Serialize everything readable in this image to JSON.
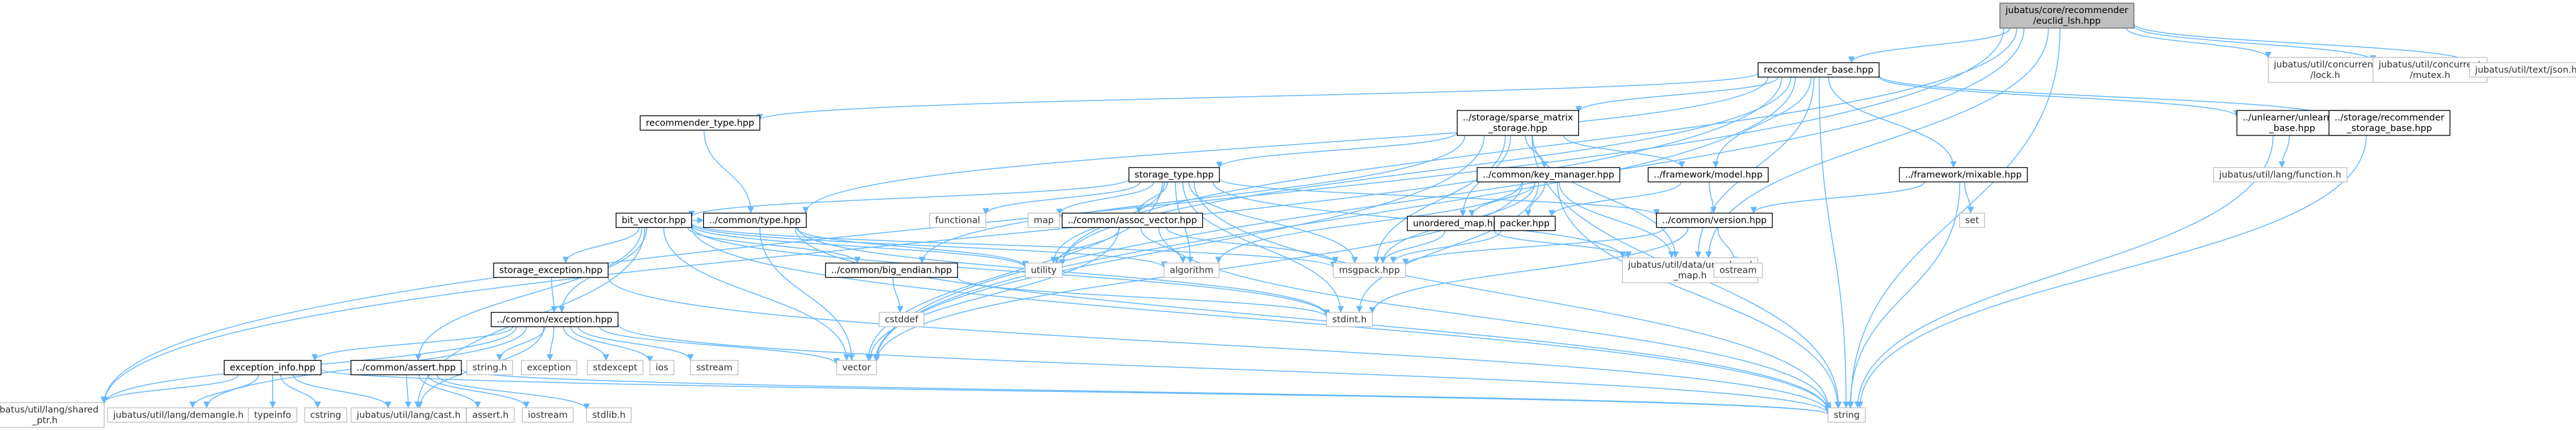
{
  "diagram": {
    "title": "Include dependency graph for euclid_lsh.hpp",
    "nodes": [
      {
        "id": "root",
        "label": [
          "jubatus/core/recommender",
          "/euclid_lsh.hpp"
        ],
        "kind": "root"
      },
      {
        "id": "rb",
        "label": [
          "recommender_base.hpp"
        ],
        "kind": "file"
      },
      {
        "id": "lock",
        "label": [
          "jubatus/util/concurrent",
          "/lock.h"
        ],
        "kind": "plain"
      },
      {
        "id": "mutex",
        "label": [
          "jubatus/util/concurrent",
          "/mutex.h"
        ],
        "kind": "plain"
      },
      {
        "id": "json",
        "label": [
          "jubatus/util/text/json.h"
        ],
        "kind": "plain"
      },
      {
        "id": "rtype",
        "label": [
          "recommender_type.hpp"
        ],
        "kind": "file"
      },
      {
        "id": "smstore",
        "label": [
          "../storage/sparse_matrix",
          "_storage.hpp"
        ],
        "kind": "file"
      },
      {
        "id": "unlearner",
        "label": [
          "../unlearner/unlearner",
          "_base.hpp"
        ],
        "kind": "file"
      },
      {
        "id": "srs",
        "label": [
          "../storage/recommender",
          "_storage_base.hpp"
        ],
        "kind": "file"
      },
      {
        "id": "stype",
        "label": [
          "storage_type.hpp"
        ],
        "kind": "file"
      },
      {
        "id": "keymgr",
        "label": [
          "../common/key_manager.hpp"
        ],
        "kind": "file"
      },
      {
        "id": "fmodel",
        "label": [
          "../framework/model.hpp"
        ],
        "kind": "file"
      },
      {
        "id": "fmix",
        "label": [
          "../framework/mixable.hpp"
        ],
        "kind": "file"
      },
      {
        "id": "func",
        "label": [
          "jubatus/util/lang/function.h"
        ],
        "kind": "plain"
      },
      {
        "id": "bitv",
        "label": [
          "bit_vector.hpp"
        ],
        "kind": "file"
      },
      {
        "id": "ctype",
        "label": [
          "../common/type.hpp"
        ],
        "kind": "file"
      },
      {
        "id": "functional",
        "label": [
          "functional"
        ],
        "kind": "plain"
      },
      {
        "id": "map",
        "label": [
          "map"
        ],
        "kind": "plain"
      },
      {
        "id": "assoc",
        "label": [
          "../common/assoc_vector.hpp"
        ],
        "kind": "file"
      },
      {
        "id": "umap",
        "label": [
          "unordered_map.hpp"
        ],
        "kind": "file"
      },
      {
        "id": "packer",
        "label": [
          "packer.hpp"
        ],
        "kind": "file"
      },
      {
        "id": "cver",
        "label": [
          "../common/version.hpp"
        ],
        "kind": "file"
      },
      {
        "id": "set",
        "label": [
          "set"
        ],
        "kind": "plain"
      },
      {
        "id": "sexc",
        "label": [
          "storage_exception.hpp"
        ],
        "kind": "file"
      },
      {
        "id": "bige",
        "label": [
          "../common/big_endian.hpp"
        ],
        "kind": "file"
      },
      {
        "id": "utility",
        "label": [
          "utility"
        ],
        "kind": "plain"
      },
      {
        "id": "algorithm",
        "label": [
          "algorithm"
        ],
        "kind": "plain"
      },
      {
        "id": "msgpack",
        "label": [
          "msgpack.hpp"
        ],
        "kind": "plain"
      },
      {
        "id": "jumap",
        "label": [
          "jubatus/util/data/unordered",
          "_map.h"
        ],
        "kind": "plain"
      },
      {
        "id": "ostream",
        "label": [
          "ostream"
        ],
        "kind": "plain"
      },
      {
        "id": "cexc",
        "label": [
          "../common/exception.hpp"
        ],
        "kind": "file"
      },
      {
        "id": "cstddef",
        "label": [
          "cstddef"
        ],
        "kind": "plain"
      },
      {
        "id": "stdint",
        "label": [
          "stdint.h"
        ],
        "kind": "plain"
      },
      {
        "id": "exinfo",
        "label": [
          "exception_info.hpp"
        ],
        "kind": "file"
      },
      {
        "id": "cassert",
        "label": [
          "../common/assert.hpp"
        ],
        "kind": "file"
      },
      {
        "id": "stringh",
        "label": [
          "string.h"
        ],
        "kind": "plain"
      },
      {
        "id": "exception",
        "label": [
          "exception"
        ],
        "kind": "plain"
      },
      {
        "id": "stdexcept",
        "label": [
          "stdexcept"
        ],
        "kind": "plain"
      },
      {
        "id": "ios",
        "label": [
          "ios"
        ],
        "kind": "plain"
      },
      {
        "id": "sstream",
        "label": [
          "sstream"
        ],
        "kind": "plain"
      },
      {
        "id": "vector",
        "label": [
          "vector"
        ],
        "kind": "plain"
      },
      {
        "id": "shared",
        "label": [
          "jubatus/util/lang/shared",
          "_ptr.h"
        ],
        "kind": "plain"
      },
      {
        "id": "demangle",
        "label": [
          "jubatus/util/lang/demangle.h"
        ],
        "kind": "plain"
      },
      {
        "id": "typeinfo",
        "label": [
          "typeinfo"
        ],
        "kind": "plain"
      },
      {
        "id": "cstring",
        "label": [
          "cstring"
        ],
        "kind": "plain"
      },
      {
        "id": "cast",
        "label": [
          "jubatus/util/lang/cast.h"
        ],
        "kind": "plain"
      },
      {
        "id": "asserth",
        "label": [
          "assert.h"
        ],
        "kind": "plain"
      },
      {
        "id": "iostream",
        "label": [
          "iostream"
        ],
        "kind": "plain"
      },
      {
        "id": "stdlib",
        "label": [
          "stdlib.h"
        ],
        "kind": "plain"
      },
      {
        "id": "string",
        "label": [
          "string"
        ],
        "kind": "plain"
      }
    ],
    "edges": [
      [
        "root",
        "rb"
      ],
      [
        "root",
        "lock"
      ],
      [
        "root",
        "mutex"
      ],
      [
        "root",
        "json"
      ],
      [
        "root",
        "utility"
      ],
      [
        "root",
        "vector"
      ],
      [
        "root",
        "string"
      ],
      [
        "root",
        "shared"
      ],
      [
        "root",
        "jumap"
      ],
      [
        "rb",
        "rtype"
      ],
      [
        "rb",
        "smstore"
      ],
      [
        "rb",
        "unlearner"
      ],
      [
        "rb",
        "srs"
      ],
      [
        "rb",
        "fmodel"
      ],
      [
        "rb",
        "fmix"
      ],
      [
        "rb",
        "ctype"
      ],
      [
        "rb",
        "shared"
      ],
      [
        "rb",
        "jumap"
      ],
      [
        "rb",
        "vector"
      ],
      [
        "rb",
        "string"
      ],
      [
        "rb",
        "utility"
      ],
      [
        "rtype",
        "ctype"
      ],
      [
        "smstore",
        "stype"
      ],
      [
        "smstore",
        "keymgr"
      ],
      [
        "smstore",
        "fmodel"
      ],
      [
        "smstore",
        "umap"
      ],
      [
        "smstore",
        "msgpack"
      ],
      [
        "smstore",
        "jumap"
      ],
      [
        "smstore",
        "string"
      ],
      [
        "smstore",
        "vector"
      ],
      [
        "smstore",
        "bige"
      ],
      [
        "unlearner",
        "func"
      ],
      [
        "unlearner",
        "string"
      ],
      [
        "srs",
        "string"
      ],
      [
        "stype",
        "bitv"
      ],
      [
        "stype",
        "functional"
      ],
      [
        "stype",
        "map"
      ],
      [
        "stype",
        "assoc"
      ],
      [
        "stype",
        "cver"
      ],
      [
        "stype",
        "utility"
      ],
      [
        "stype",
        "algorithm"
      ],
      [
        "stype",
        "msgpack"
      ],
      [
        "stype",
        "stdint"
      ],
      [
        "stype",
        "jumap"
      ],
      [
        "stype",
        "string"
      ],
      [
        "stype",
        "vector"
      ],
      [
        "keymgr",
        "umap"
      ],
      [
        "keymgr",
        "packer"
      ],
      [
        "keymgr",
        "msgpack"
      ],
      [
        "keymgr",
        "jumap"
      ],
      [
        "keymgr",
        "algorithm"
      ],
      [
        "keymgr",
        "stdint"
      ],
      [
        "keymgr",
        "string"
      ],
      [
        "keymgr",
        "vector"
      ],
      [
        "fmodel",
        "cver"
      ],
      [
        "fmodel",
        "packer"
      ],
      [
        "fmix",
        "cver"
      ],
      [
        "fmix",
        "set"
      ],
      [
        "fmix",
        "string"
      ],
      [
        "bitv",
        "ctype"
      ],
      [
        "bitv",
        "sexc"
      ],
      [
        "bitv",
        "bige"
      ],
      [
        "bitv",
        "cexc"
      ],
      [
        "bitv",
        "cassert"
      ],
      [
        "bitv",
        "cast"
      ],
      [
        "bitv",
        "utility"
      ],
      [
        "bitv",
        "algorithm"
      ],
      [
        "bitv",
        "stdint"
      ],
      [
        "bitv",
        "vector"
      ],
      [
        "bitv",
        "string"
      ],
      [
        "bitv",
        "msgpack"
      ],
      [
        "ctype",
        "utility"
      ],
      [
        "ctype",
        "vector"
      ],
      [
        "ctype",
        "string"
      ],
      [
        "ctype",
        "stdint"
      ],
      [
        "assoc",
        "msgpack"
      ],
      [
        "assoc",
        "utility"
      ],
      [
        "assoc",
        "algorithm"
      ],
      [
        "assoc",
        "string"
      ],
      [
        "assoc",
        "vector"
      ],
      [
        "umap",
        "msgpack"
      ],
      [
        "umap",
        "jumap"
      ],
      [
        "packer",
        "msgpack"
      ],
      [
        "cver",
        "msgpack"
      ],
      [
        "cver",
        "ostream"
      ],
      [
        "cver",
        "stdint"
      ],
      [
        "sexc",
        "cexc"
      ],
      [
        "sexc",
        "string"
      ],
      [
        "bige",
        "cstddef"
      ],
      [
        "bige",
        "stdint"
      ],
      [
        "cexc",
        "exinfo"
      ],
      [
        "cexc",
        "stringh"
      ],
      [
        "cexc",
        "exception"
      ],
      [
        "cexc",
        "stdexcept"
      ],
      [
        "cexc",
        "ios"
      ],
      [
        "cexc",
        "sstream"
      ],
      [
        "cexc",
        "vector"
      ],
      [
        "cexc",
        "string"
      ],
      [
        "cexc",
        "shared"
      ],
      [
        "cexc",
        "demangle"
      ],
      [
        "cexc",
        "cast"
      ],
      [
        "exinfo",
        "shared"
      ],
      [
        "exinfo",
        "demangle"
      ],
      [
        "exinfo",
        "typeinfo"
      ],
      [
        "exinfo",
        "cstring"
      ],
      [
        "exinfo",
        "cast"
      ],
      [
        "exinfo",
        "string"
      ],
      [
        "cassert",
        "cast"
      ],
      [
        "cassert",
        "asserth"
      ],
      [
        "cassert",
        "iostream"
      ],
      [
        "cassert",
        "stdlib"
      ],
      [
        "cassert",
        "string"
      ]
    ]
  }
}
